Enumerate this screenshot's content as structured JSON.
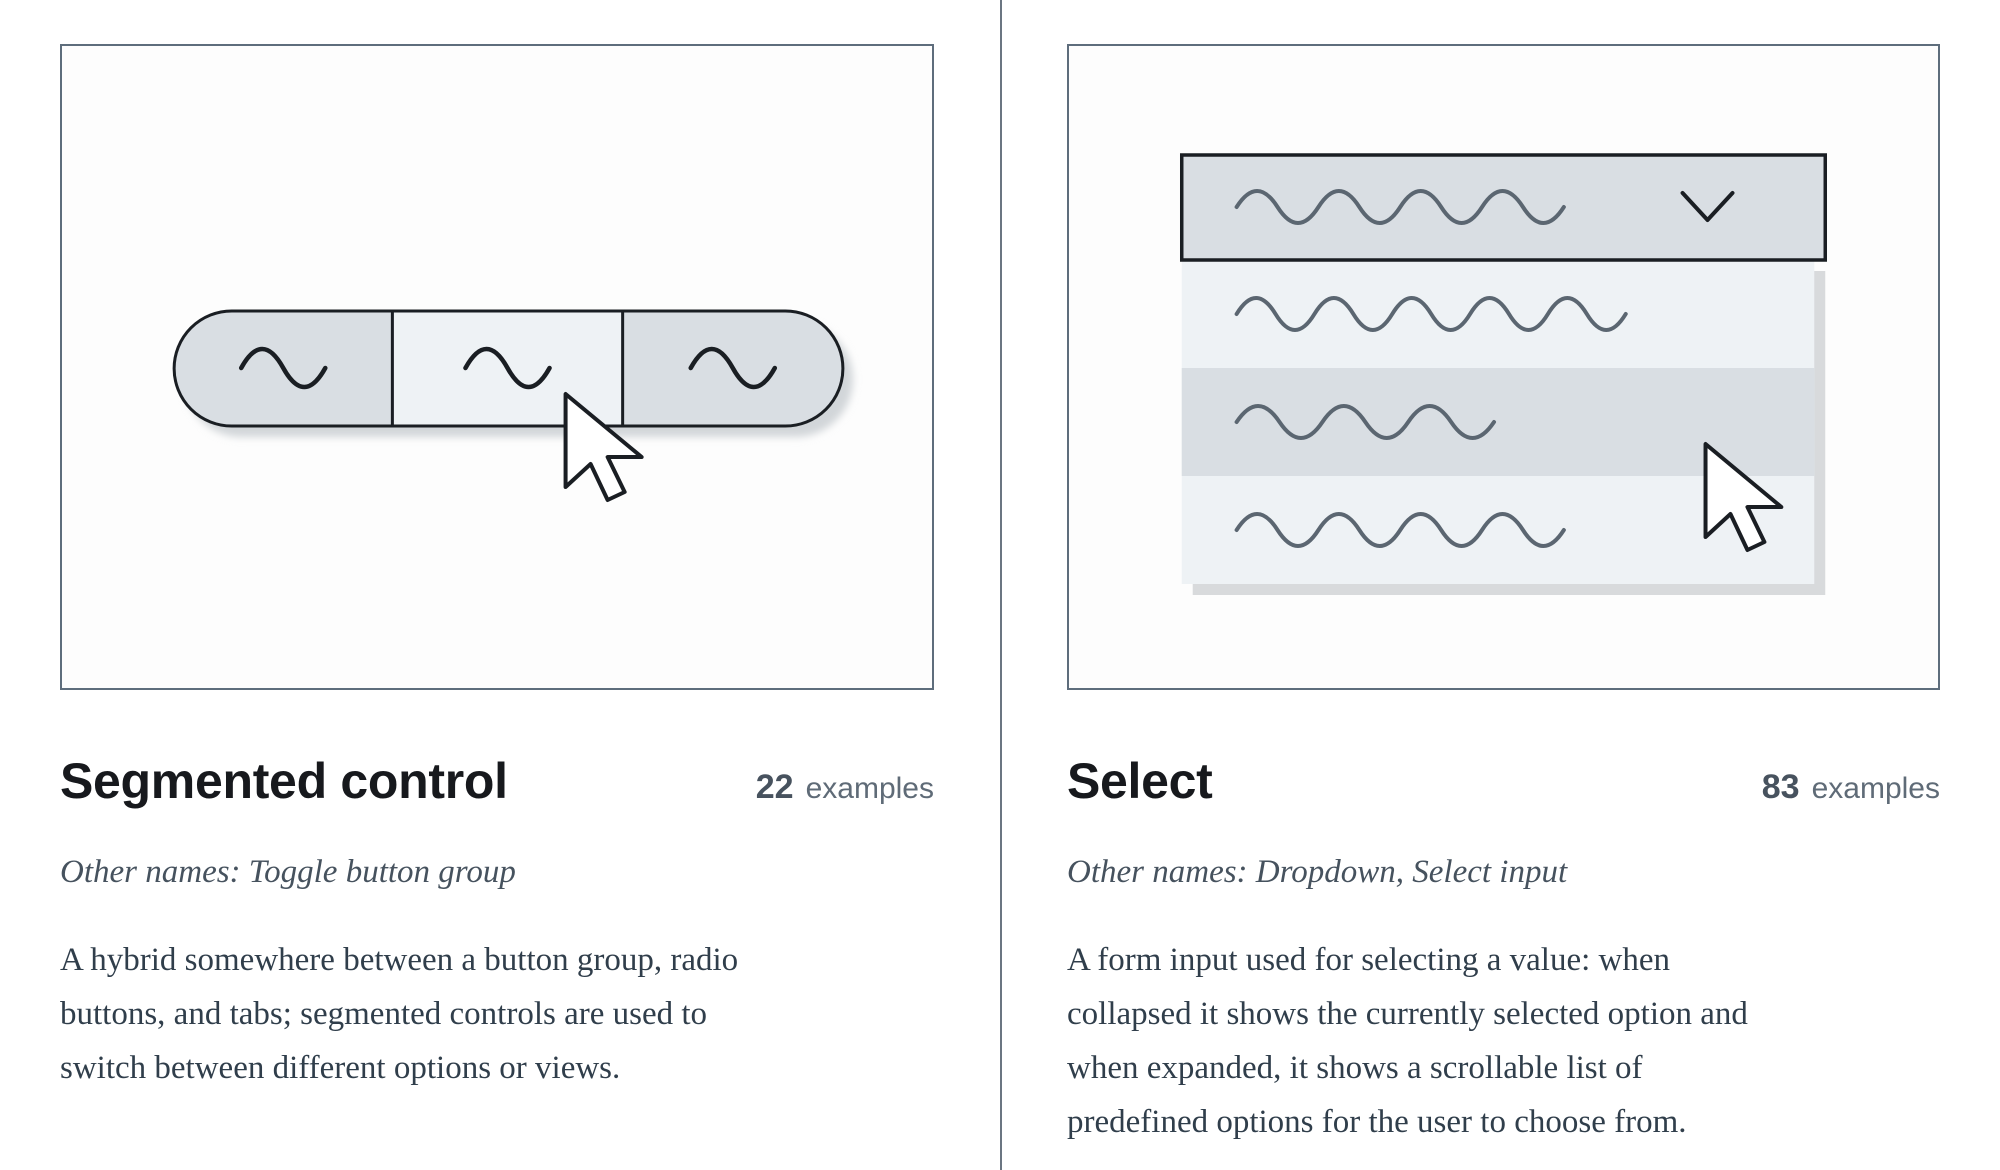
{
  "cards": [
    {
      "title": "Segmented control",
      "examples_count": "22",
      "examples_label": "examples",
      "other_names": "Other names: Toggle button group",
      "description": "A hybrid somewhere between a button group, radio buttons, and tabs; segmented controls are used to switch between different options or views."
    },
    {
      "title": "Select",
      "examples_count": "83",
      "examples_label": "examples",
      "other_names": "Other names: Dropdown, Select input",
      "description": "A form input used for selecting a value: when collapsed it shows the currently selected option and when expanded, it shows a scrollable list of predefined options for the user to choose from."
    }
  ],
  "colors": {
    "illustration_gray_fill": "#d9dee3",
    "illustration_light_fill": "#eef2f5",
    "illustration_outline": "#1a1e23",
    "illustration_wave_gray": "#5b6671",
    "frame_border": "#5e6d7c",
    "divider": "#6b7682",
    "title_text": "#17191d",
    "count_text": "#47525e",
    "count_label_text": "#5f6b77",
    "serif_text": "#303e4b"
  }
}
